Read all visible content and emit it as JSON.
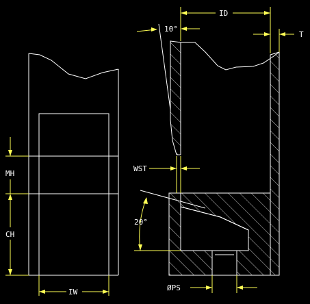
{
  "labels": {
    "id": "ID",
    "t": "T",
    "angle_top": "10°",
    "wst": "WST",
    "angle_bottom": "20°",
    "ps": "ØPS",
    "mh": "MH",
    "ch": "CH",
    "iw": "IW"
  },
  "colors": {
    "background": "#000000",
    "outline": "#ffffff",
    "dimension": "#ffff55"
  }
}
